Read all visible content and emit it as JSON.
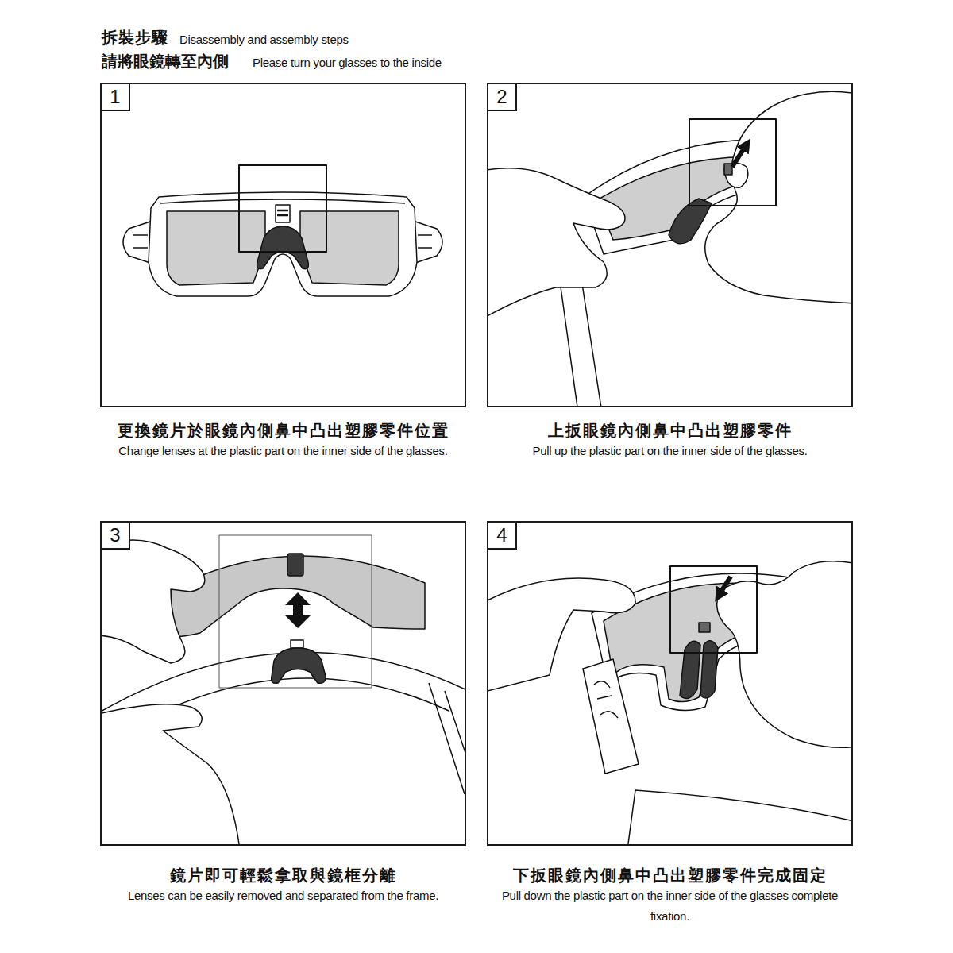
{
  "diagram": {
    "title": "拆裝步驟",
    "nodes": [
      {
        "text": [
          "更換鏡片於眼鏡內側鼻中凸出塑膠零件位置",
          "Change lenses at the plastic part on the inner side of the glasses."
        ]
      },
      {
        "text": [
          "1"
        ],
        "in": 0
      },
      {
        "text": [
          "上扳眼鏡內側鼻中凸出塑膠零件",
          "Pull up the plastic part on the inner side of the glasses."
        ]
      },
      {
        "text": [
          "2"
        ],
        "in": 2
      },
      {
        "text": [
          "鏡片即可輕鬆拿取與鏡框分離",
          "Lenses can be easily removed and separated from the frame."
        ]
      },
      {
        "text": [
          "3"
        ],
        "in": 4
      },
      {
        "text": [
          "下扳眼鏡內側鼻中凸出塑膠零件完成固定",
          "Pull down the plastic part on the inner side of the glasses complete fixation."
        ]
      },
      {
        "text": [
          "4"
        ],
        "in": 6
      }
    ],
    "labels": [
      "Disassembly and assembly steps",
      "請將眼鏡轉至內側",
      "Please turn your glasses to the inside"
    ]
  }
}
